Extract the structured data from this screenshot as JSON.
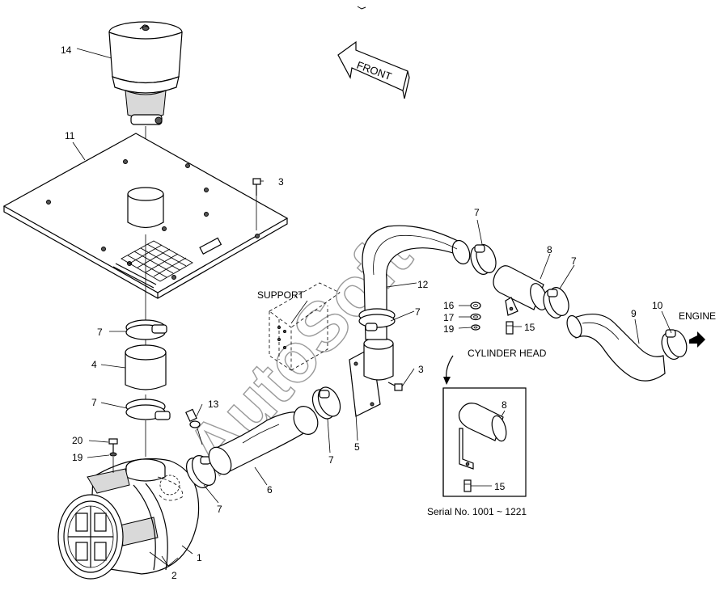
{
  "labels": {
    "support": "SUPPORT",
    "front": "FRONT",
    "engine": "ENGINE",
    "cylinder_head": "CYLINDER HEAD",
    "serial": "Serial No. 1001 ~ 1221",
    "watermark": "AutoSoft"
  },
  "callouts": {
    "p1": "1",
    "p2": "2",
    "p3a": "3",
    "p3b": "3",
    "p4": "4",
    "p5": "5",
    "p6": "6",
    "p7a": "7",
    "p7b": "7",
    "p7c": "7",
    "p7d": "7",
    "p7e": "7",
    "p7f": "7",
    "p7g": "7",
    "p8a": "8",
    "p8b": "8",
    "p9": "9",
    "p10": "10",
    "p11": "11",
    "p12": "12",
    "p13": "13",
    "p14": "14",
    "p15a": "15",
    "p15b": "15",
    "p16": "16",
    "p17": "17",
    "p19a": "19",
    "p19b": "19",
    "p20": "20"
  }
}
